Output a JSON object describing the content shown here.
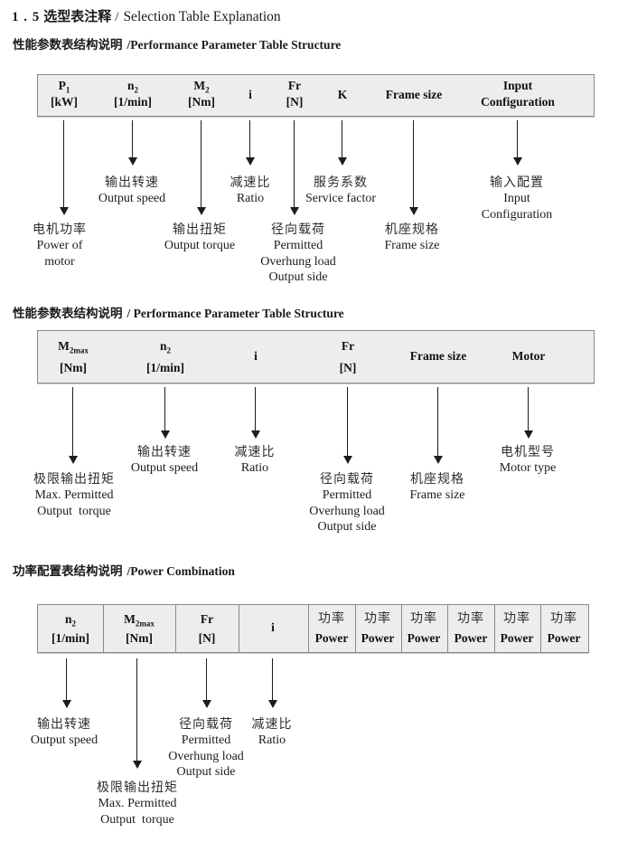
{
  "title": {
    "num": "1 . 5",
    "zh": "选型表注释",
    "sep": "/",
    "en": "Selection Table Explanation"
  },
  "s1": {
    "heading_zh": "性能参数表结构说明",
    "heading_en": "/Performance Parameter Table Structure",
    "cols": [
      {
        "sym": "P",
        "sub": "1",
        "unit": "[kW]"
      },
      {
        "sym": "n",
        "sub": "2",
        "unit": "[1/min]"
      },
      {
        "sym": "M",
        "sub": "2",
        "unit": "[Nm]"
      },
      {
        "sym": "i"
      },
      {
        "sym": "Fr",
        "unit": "[N]"
      },
      {
        "sym": "K"
      },
      {
        "sym": "Frame size"
      },
      {
        "sym": "Input",
        "unit": "Configuration"
      }
    ],
    "labels": {
      "p1": [
        "电机功率",
        "Power of",
        "motor"
      ],
      "n2": [
        "输出转速",
        "Output speed"
      ],
      "m2": [
        "输出扭矩",
        "Output torque"
      ],
      "i": [
        "减速比",
        "Ratio"
      ],
      "fr": [
        "径向载荷",
        "Permitted",
        "Overhung load",
        "Output side"
      ],
      "k": [
        "服务系数",
        "Service factor"
      ],
      "frame": [
        "机座规格",
        "Frame size"
      ],
      "input": [
        "输入配置",
        "Input",
        "Configuration"
      ]
    }
  },
  "s2": {
    "heading_zh": "性能参数表结构说明",
    "heading_en": "/ Performance Parameter Table Structure",
    "cols": [
      {
        "sym": "M",
        "sub": "2max",
        "unit": "[Nm]"
      },
      {
        "sym": "n",
        "sub": "2",
        "unit": "[1/min]"
      },
      {
        "sym": "i"
      },
      {
        "sym": "Fr",
        "unit": "[N]"
      },
      {
        "sym": "Frame size"
      },
      {
        "sym": "Motor"
      }
    ],
    "labels": {
      "m2max": [
        "极限输出扭矩",
        "Max. Permitted",
        "Output  torque"
      ],
      "n2": [
        "输出转速",
        "Output speed"
      ],
      "i": [
        "减速比",
        "Ratio"
      ],
      "fr": [
        "径向载荷",
        "Permitted",
        "Overhung load",
        "Output side"
      ],
      "frame": [
        "机座规格",
        "Frame size"
      ],
      "motor": [
        "电机型号",
        "Motor type"
      ]
    }
  },
  "s3": {
    "heading_zh": "功率配置表结构说明",
    "heading_en": "/Power Combination",
    "cols": [
      {
        "sym": "n",
        "sub": "2",
        "unit": "[1/min]"
      },
      {
        "sym": "M",
        "sub": "2max",
        "unit": "[Nm]"
      },
      {
        "sym": "Fr",
        "unit": "[N]"
      },
      {
        "sym": "i"
      }
    ],
    "power": {
      "zh": "功率",
      "en": "Power"
    },
    "labels": {
      "n2": [
        "输出转速",
        "Output speed"
      ],
      "m2max": [
        "极限输出扭矩",
        "Max. Permitted",
        "Output  torque"
      ],
      "fr": [
        "径向载荷",
        "Permitted",
        "Overhung load",
        "Output side"
      ],
      "i": [
        "减速比",
        "Ratio"
      ]
    }
  }
}
